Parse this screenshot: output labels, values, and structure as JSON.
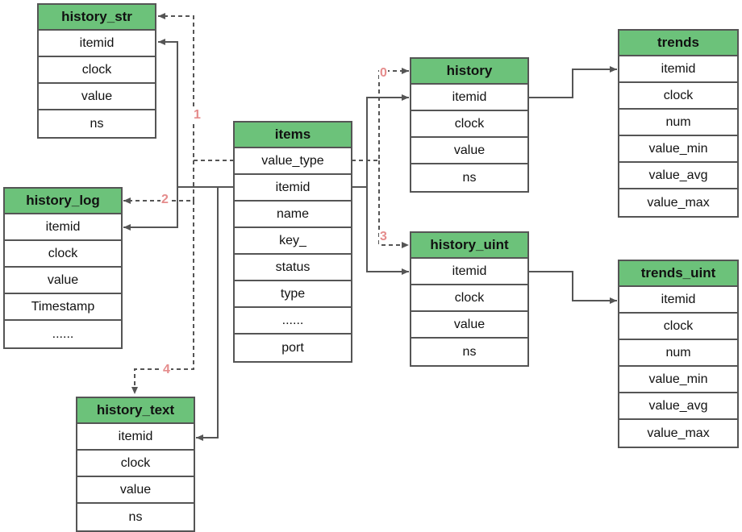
{
  "tables": {
    "history_str": {
      "title": "history_str",
      "fields": [
        "itemid",
        "clock",
        "value",
        "ns"
      ]
    },
    "history_log": {
      "title": "history_log",
      "fields": [
        "itemid",
        "clock",
        "value",
        "Timestamp",
        "......"
      ]
    },
    "history_text": {
      "title": "history_text",
      "fields": [
        "itemid",
        "clock",
        "value",
        "ns"
      ]
    },
    "items": {
      "title": "items",
      "fields": [
        "value_type",
        "itemid",
        "name",
        "key_",
        "status",
        "type",
        "......",
        "port"
      ]
    },
    "history": {
      "title": "history",
      "fields": [
        "itemid",
        "clock",
        "value",
        "ns"
      ]
    },
    "history_uint": {
      "title": "history_uint",
      "fields": [
        "itemid",
        "clock",
        "value",
        "ns"
      ]
    },
    "trends": {
      "title": "trends",
      "fields": [
        "itemid",
        "clock",
        "num",
        "value_min",
        "value_avg",
        "value_max"
      ]
    },
    "trends_uint": {
      "title": "trends_uint",
      "fields": [
        "itemid",
        "clock",
        "num",
        "value_min",
        "value_avg",
        "value_max"
      ]
    }
  },
  "labels": {
    "l0": "0",
    "l1": "1",
    "l2": "2",
    "l3": "3",
    "l4": "4"
  },
  "colors": {
    "header": "#6cc27a",
    "line": "#555555",
    "label": "#e58c8c"
  }
}
